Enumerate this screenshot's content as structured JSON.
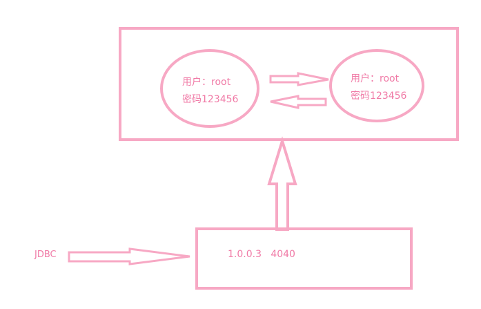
{
  "diagram": {
    "stroke_color": "#f7a8c4",
    "text_color": "#f07aa6",
    "top_box": {
      "left_node": {
        "user_line": "用户：root",
        "password_line": "密码123456"
      },
      "right_node": {
        "user_line": "用户：root",
        "password_line": "密码123456"
      }
    },
    "bottom_box": {
      "address_text": "1.0.0.3   4040"
    },
    "jdbc_label": "JDBC"
  }
}
